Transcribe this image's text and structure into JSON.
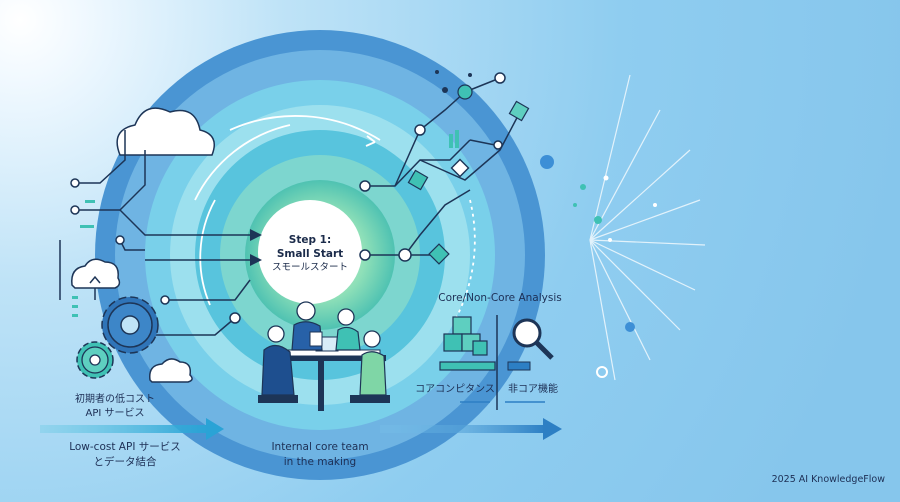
{
  "center": {
    "step": "Step 1:",
    "title": "Small Start",
    "subtitle": "スモールスタート"
  },
  "left": {
    "initial_api_line1": "初期者の低コスト",
    "initial_api_line2": "API サービス",
    "lowcost_line1": "Low-cost API サービス",
    "lowcost_line2": "とデータ結合"
  },
  "team": {
    "line1": "Internal core team",
    "line2": "in the making"
  },
  "analysis": {
    "title": "Core/Non-Core Analysis",
    "core_label": "コアコンピタンス",
    "noncore_label": "非コア機能"
  },
  "footer": "2025 AI KnowledgeFlow",
  "colors": {
    "ring_dark": "#3f8fd0",
    "ring_mid": "#6cc2e8",
    "ring_light": "#a9e3f0",
    "center_green": "#8fe0b8",
    "teal": "#3fc1b4",
    "navy": "#1d3557",
    "arrow": "#2d7fc4"
  }
}
